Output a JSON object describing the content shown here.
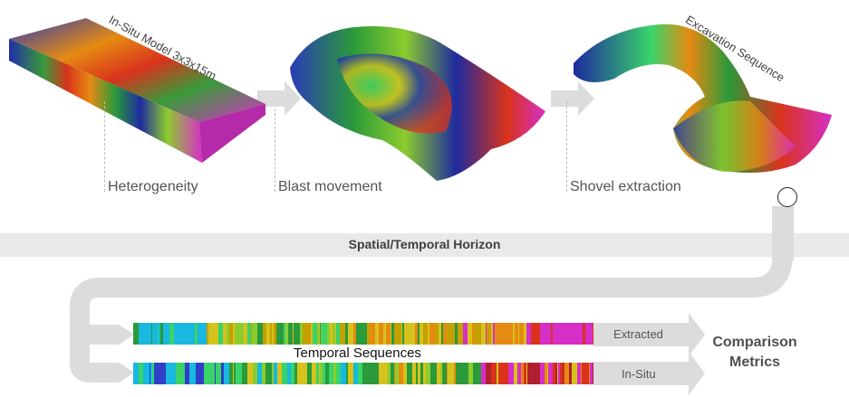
{
  "panels": [
    {
      "title": "In-Situ Model  3x3x15m",
      "stage": "Heterogeneity"
    },
    {
      "title": "",
      "stage": "Blast movement"
    },
    {
      "title": "Excavation Sequence",
      "stage": "Shovel extraction"
    }
  ],
  "horizon_label": "Spatial/Temporal Horizon",
  "sequences": {
    "extracted_label": "Extracted",
    "insitu_label": "In-Situ",
    "temporal_label": "Temporal Sequences"
  },
  "comparison": {
    "line1": "Comparison",
    "line2": "Metrics"
  },
  "palette": [
    "#1e2a9e",
    "#2f3fc8",
    "#18b8e0",
    "#39d36a",
    "#8ccc2e",
    "#d6c21c",
    "#e58a12",
    "#d9331c",
    "#b0202e",
    "#d62fc7",
    "#2a9a3a",
    "#c4a000"
  ],
  "colors": {
    "band": "#e9e9e9",
    "flow_arrow": "#dcdcdc",
    "label_text": "#555555"
  }
}
